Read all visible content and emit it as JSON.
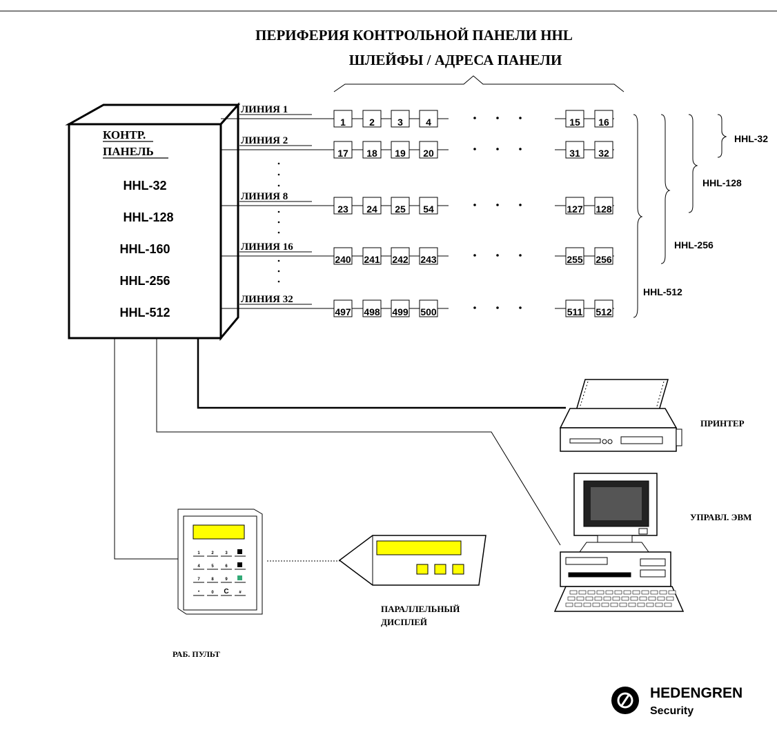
{
  "title": {
    "line1": "ПЕРИФЕРИЯ КОНТРОЛЬНОЙ ПАНЕЛИ HHL",
    "line2": "ШЛЕЙФЫ / АДРЕСА ПАНЕЛИ"
  },
  "panel": {
    "heading1": "КОНТР.",
    "heading2": "ПАНЕЛЬ",
    "models": [
      "HHL-32",
      "HHL-128",
      "HHL-160",
      "HHL-256",
      "HHL-512"
    ]
  },
  "lines": [
    {
      "label": "ЛИНИЯ 1",
      "addresses": [
        "1",
        "2",
        "3",
        "4"
      ],
      "end": [
        "15",
        "16"
      ]
    },
    {
      "label": "ЛИНИЯ 2",
      "addresses": [
        "17",
        "18",
        "19",
        "20"
      ],
      "end": [
        "31",
        "32"
      ]
    },
    {
      "label": "ЛИНИЯ 8",
      "addresses": [
        "23",
        "24",
        "25",
        "54"
      ],
      "end": [
        "127",
        "128"
      ]
    },
    {
      "label": "ЛИНИЯ 16",
      "addresses": [
        "240",
        "241",
        "242",
        "243"
      ],
      "end": [
        "255",
        "256"
      ]
    },
    {
      "label": "ЛИНИЯ 32",
      "addresses": [
        "497",
        "498",
        "499",
        "500"
      ],
      "end": [
        "511",
        "512"
      ]
    }
  ],
  "brackets": [
    "HHL-32",
    "HHL-128",
    "HHL-256",
    "HHL-512"
  ],
  "peripherals": {
    "printer": "ПРИНТЕР",
    "computer": "УПРАВЛ. ЭВМ",
    "keypad": "РАБ. ПУЛЬТ",
    "display_line1": "ПАРАЛЛЕЛЬНЫЙ",
    "display_line2": "ДИСПЛЕЙ"
  },
  "keypad_keys": [
    [
      "1",
      "2",
      "3",
      ""
    ],
    [
      "4",
      "5",
      "6",
      ""
    ],
    [
      "7",
      "8",
      "9",
      ""
    ],
    [
      "*",
      "0",
      "C",
      "#"
    ]
  ],
  "logo": {
    "name": "HEDENGREN",
    "sub": "Security"
  },
  "colors": {
    "lcd": "#ffff00",
    "line": "#000000",
    "background": "#ffffff"
  }
}
